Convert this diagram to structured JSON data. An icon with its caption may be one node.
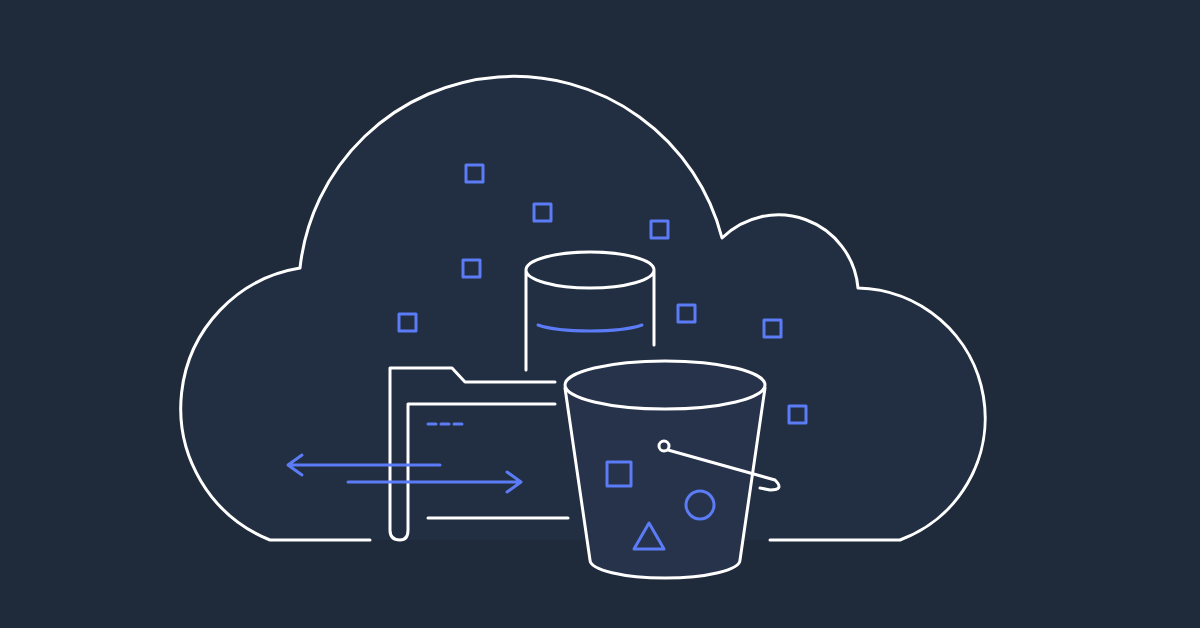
{
  "diagram": {
    "nodes": [
      {
        "text": [],
        "shape": "cloud"
      },
      {
        "text": [],
        "shape": "cylinder",
        "in": 0
      },
      {
        "text": [],
        "shape": "folder",
        "in": 0
      },
      {
        "text": [],
        "shape": "bucket"
      }
    ]
  }
}
